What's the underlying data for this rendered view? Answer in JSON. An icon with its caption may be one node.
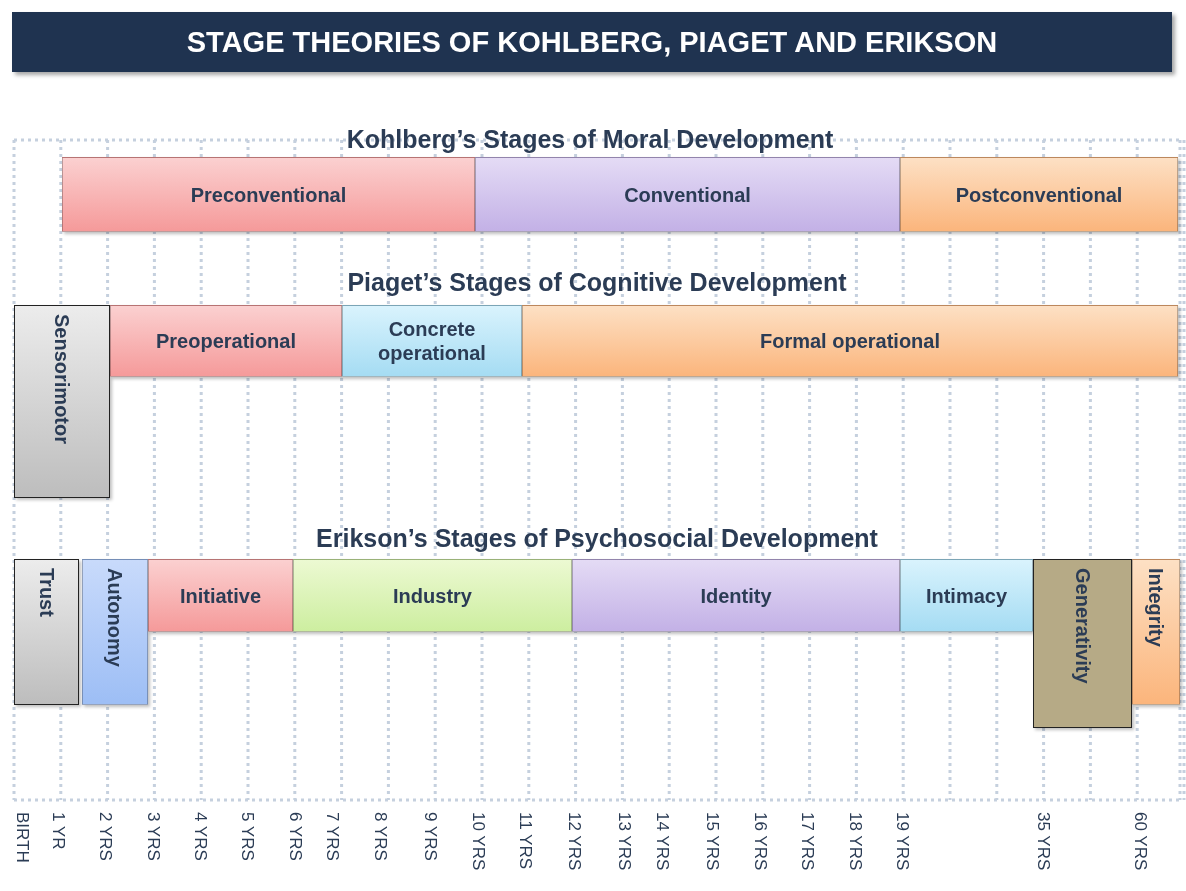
{
  "diagram": {
    "title": "STAGE THEORIES OF KOHLBERG, PIAGET AND ERIKSON",
    "nodes": [
      {
        "text": [
          "Preconventional"
        ]
      },
      {
        "text": [
          "Conventional"
        ]
      },
      {
        "text": [
          "Postconventional"
        ]
      },
      {
        "text": [
          "Sensorimotor"
        ]
      },
      {
        "text": [
          "Preoperational"
        ]
      },
      {
        "text": [
          "Concrete operational"
        ]
      },
      {
        "text": [
          "Formal operational"
        ]
      },
      {
        "text": [
          "Trust"
        ]
      },
      {
        "text": [
          "Autonomy"
        ]
      },
      {
        "text": [
          "Initiative"
        ]
      },
      {
        "text": [
          "Industry"
        ]
      },
      {
        "text": [
          "Identity"
        ]
      },
      {
        "text": [
          "Intimacy"
        ]
      },
      {
        "text": [
          "Generativity"
        ]
      },
      {
        "text": [
          "Integrity"
        ]
      }
    ],
    "labels": [
      "Kohlberg’s Stages of Moral Development",
      "Piaget’s Stages of Cognitive Development",
      "Erikson’s Stages of Psychosocial Development",
      "BIRTH",
      "1 YR",
      "2 YRS",
      "3 YRS",
      "4 YRS",
      "5 YRS",
      "6 YRS",
      "7 YRS",
      "8 YRS",
      "9 YRS",
      "10 YRS",
      "11 YRS",
      "12 YRS",
      "13 YRS",
      "14 YRS",
      "15 YRS",
      "16 YRS",
      "17 YRS",
      "18 YRS",
      "19 YRS",
      "35 YRS",
      "60 YRS"
    ]
  }
}
